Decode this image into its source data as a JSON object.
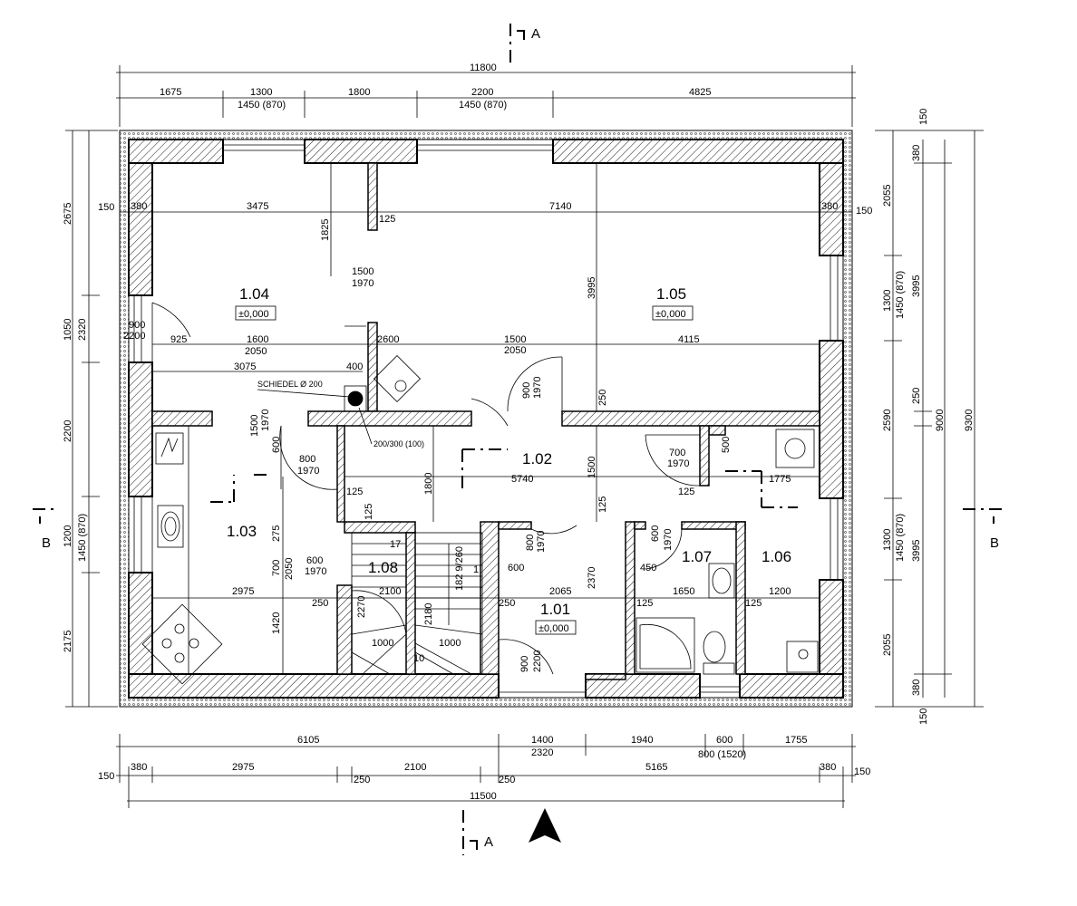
{
  "section_markers": {
    "a_top": "A",
    "a_bottom": "A",
    "b_left": "B",
    "b_right": "B"
  },
  "rooms": [
    {
      "id": "r104",
      "number": "1.04",
      "level": "±0,000"
    },
    {
      "id": "r105",
      "number": "1.05",
      "level": "±0,000"
    },
    {
      "id": "r102",
      "number": "1.02"
    },
    {
      "id": "r103",
      "number": "1.03"
    },
    {
      "id": "r108",
      "number": "1.08"
    },
    {
      "id": "r101",
      "number": "1.01",
      "level": "±0,000"
    },
    {
      "id": "r107",
      "number": "1.07"
    },
    {
      "id": "r106",
      "number": "1.06"
    }
  ],
  "annotations": {
    "chimney": "SCHIEDEL Ø 200",
    "flue": "200/300 (100)",
    "stair": "182 9/260",
    "stair_top": "17",
    "stair_first": "1",
    "stair_bottom": "10"
  },
  "top_dims": {
    "overall": "11800",
    "row": [
      "1675",
      "1300",
      "1800",
      "2200",
      "4825"
    ],
    "openings": [
      "1450 (870)",
      "1450 (870)"
    ]
  },
  "bottom_dims": {
    "row1": [
      "6105",
      "1400",
      "1940",
      "600",
      "1755"
    ],
    "row1_sub": [
      "2320",
      "800 (1520)"
    ],
    "row2": [
      "150",
      "380",
      "2975",
      "250",
      "2100",
      "250",
      "5165",
      "380",
      "150"
    ],
    "overall": "11500"
  },
  "left_dims": {
    "outer": [
      "2675",
      "1050",
      "2200",
      "1200",
      "2175"
    ],
    "inner": [
      "2320",
      "1450 (870)"
    ]
  },
  "right_dims": {
    "inner": [
      "2055",
      "1300",
      "2590",
      "1300",
      "2055"
    ],
    "openings": [
      "1450 (870)",
      "1450 (870)"
    ],
    "wall": [
      "150",
      "380",
      "3995",
      "250",
      "3995",
      "380",
      "150"
    ],
    "overall": [
      "9000",
      "9300"
    ]
  },
  "interior_dims": [
    {
      "key": "d150a",
      "v": "150"
    },
    {
      "key": "d380a",
      "v": "380"
    },
    {
      "key": "d3475",
      "v": "3475"
    },
    {
      "key": "d7140",
      "v": "7140"
    },
    {
      "key": "d380b",
      "v": "380"
    },
    {
      "key": "d150b",
      "v": "150"
    },
    {
      "key": "d1825",
      "v": "1825"
    },
    {
      "key": "d125a",
      "v": "125"
    },
    {
      "key": "d1500a",
      "v": "1500"
    },
    {
      "key": "d1970a",
      "v": "1970"
    },
    {
      "key": "d3995",
      "v": "3995"
    },
    {
      "key": "d900a",
      "v": "900"
    },
    {
      "key": "d2200a",
      "v": "2200"
    },
    {
      "key": "d925",
      "v": "925"
    },
    {
      "key": "d1600",
      "v": "1600"
    },
    {
      "key": "d2050a",
      "v": "2050"
    },
    {
      "key": "d2600",
      "v": "2600"
    },
    {
      "key": "d1500b",
      "v": "1500"
    },
    {
      "key": "d2050b",
      "v": "2050"
    },
    {
      "key": "d4115",
      "v": "4115"
    },
    {
      "key": "d3075",
      "v": "3075"
    },
    {
      "key": "d400",
      "v": "400"
    },
    {
      "key": "d900b",
      "v": "900"
    },
    {
      "key": "d1970b",
      "v": "1970"
    },
    {
      "key": "d250a",
      "v": "250"
    },
    {
      "key": "d1500c",
      "v": "1500"
    },
    {
      "key": "d1970c",
      "v": "1970"
    },
    {
      "key": "d600a",
      "v": "600"
    },
    {
      "key": "d800a",
      "v": "800"
    },
    {
      "key": "d1970d",
      "v": "1970"
    },
    {
      "key": "d1800",
      "v": "1800"
    },
    {
      "key": "d1500d",
      "v": "1500"
    },
    {
      "key": "d5740",
      "v": "5740"
    },
    {
      "key": "d700a",
      "v": "700"
    },
    {
      "key": "d1970e",
      "v": "1970"
    },
    {
      "key": "d500",
      "v": "500"
    },
    {
      "key": "d1775",
      "v": "1775"
    },
    {
      "key": "d125b",
      "v": "125"
    },
    {
      "key": "d125c",
      "v": "125"
    },
    {
      "key": "d125d",
      "v": "125"
    },
    {
      "key": "d275",
      "v": "275"
    },
    {
      "key": "d700b",
      "v": "700"
    },
    {
      "key": "d2050c",
      "v": "2050"
    },
    {
      "key": "d600b",
      "v": "600"
    },
    {
      "key": "d1970f",
      "v": "1970"
    },
    {
      "key": "d125e",
      "v": "125"
    },
    {
      "key": "d800b",
      "v": "800"
    },
    {
      "key": "d1970g",
      "v": "1970"
    },
    {
      "key": "d600c",
      "v": "600"
    },
    {
      "key": "d600d",
      "v": "600"
    },
    {
      "key": "d1970h",
      "v": "1970"
    },
    {
      "key": "d450",
      "v": "450"
    },
    {
      "key": "d2975",
      "v": "2975"
    },
    {
      "key": "d2100",
      "v": "2100"
    },
    {
      "key": "d250b",
      "v": "250"
    },
    {
      "key": "d2065",
      "v": "2065"
    },
    {
      "key": "d2370",
      "v": "2370"
    },
    {
      "key": "d250c",
      "v": "250"
    },
    {
      "key": "d125f",
      "v": "125"
    },
    {
      "key": "d1650",
      "v": "1650"
    },
    {
      "key": "d125g",
      "v": "125"
    },
    {
      "key": "d1200",
      "v": "1200"
    },
    {
      "key": "d1420",
      "v": "1420"
    },
    {
      "key": "d2270",
      "v": "2270"
    },
    {
      "key": "d2180",
      "v": "2180"
    },
    {
      "key": "d1000a",
      "v": "1000"
    },
    {
      "key": "d1000b",
      "v": "1000"
    },
    {
      "key": "d900c",
      "v": "900"
    },
    {
      "key": "d2200b",
      "v": "2200"
    }
  ]
}
